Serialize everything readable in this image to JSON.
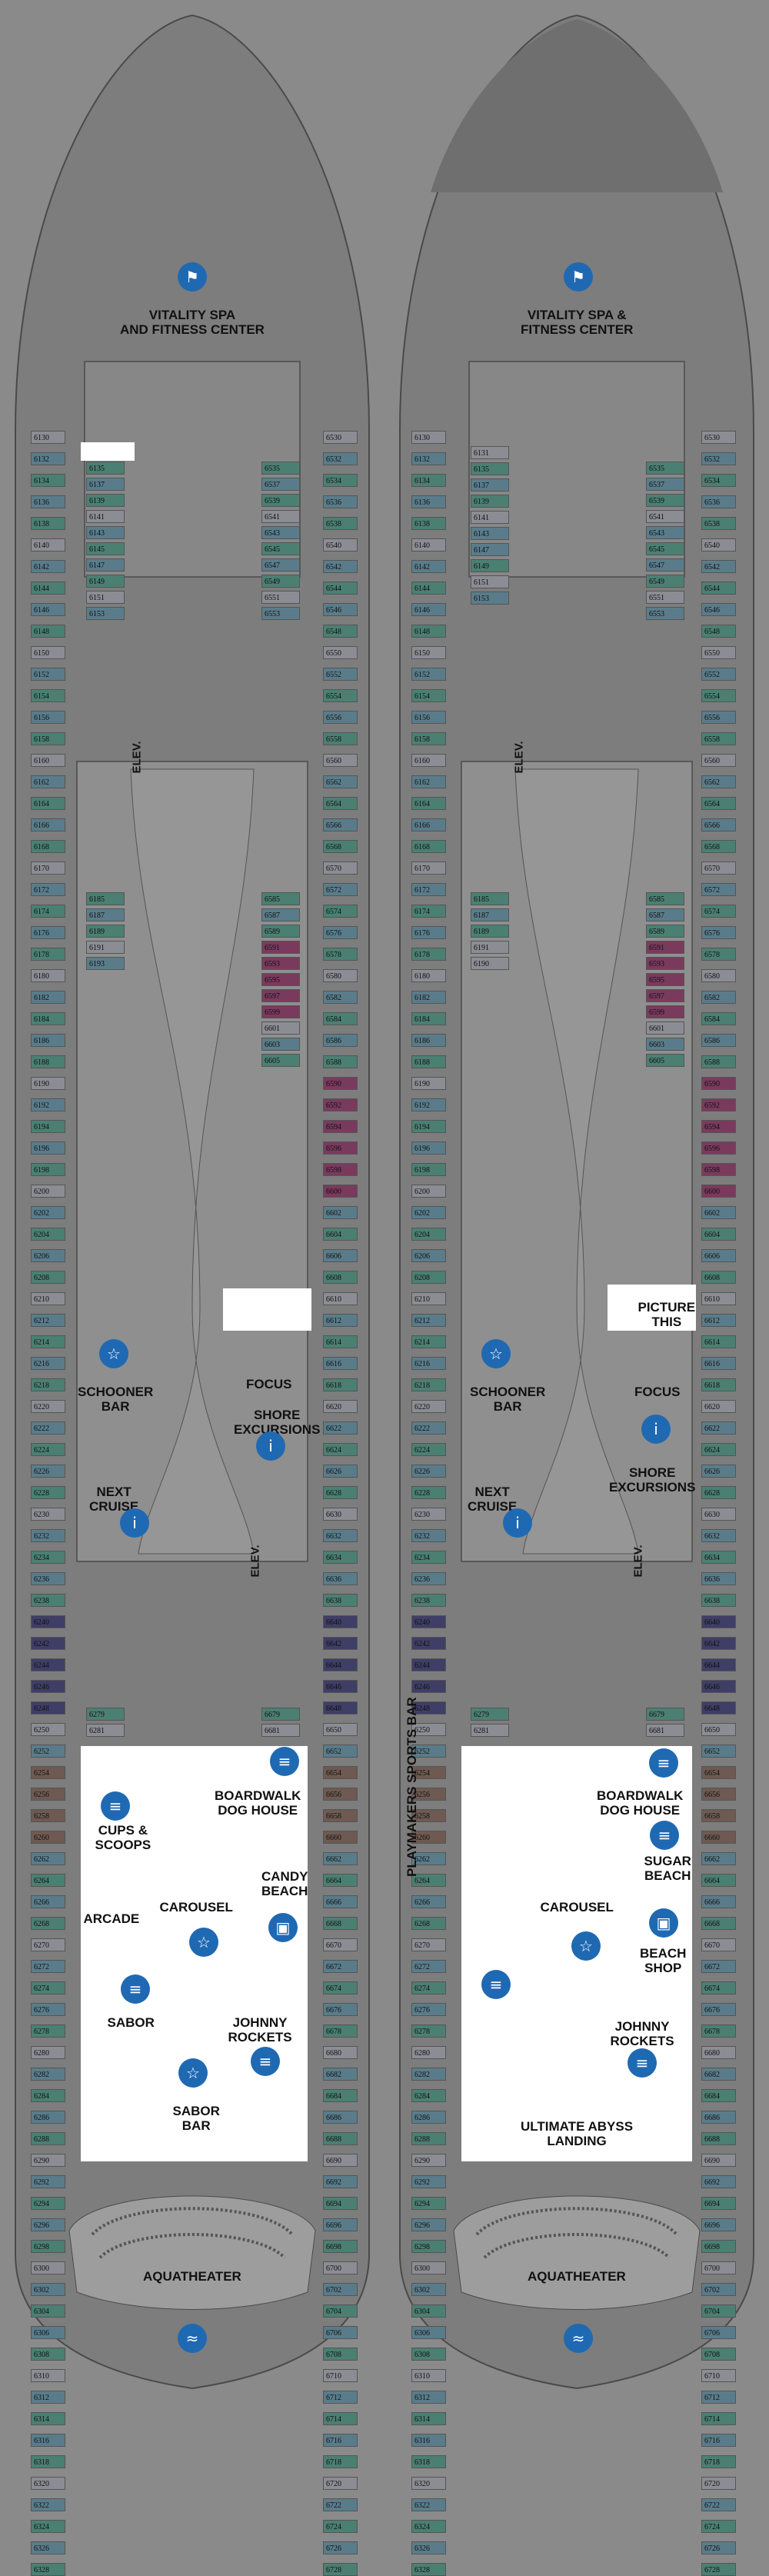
{
  "colors": {
    "background": "#8a8a8a",
    "hull": "#7d7d7d",
    "outline": "#4a4a4a",
    "highlight": "#ffffff",
    "cabin_interior": "#8c8c94",
    "cabin_ocean": "#5a7c8a",
    "cabin_balcony": "#4b7f72",
    "cabin_suite": "#7a3a5e",
    "cabin_boardwalk": "#6e5a52",
    "icon": "#1f69b3"
  },
  "decks": [
    {
      "id": "left",
      "labels": [
        {
          "key": "spa",
          "lines": [
            "VITALITY SPA",
            "AND FITNESS CENTER"
          ]
        },
        {
          "key": "schooner",
          "lines": [
            "SCHOONER",
            "BAR"
          ]
        },
        {
          "key": "focus",
          "lines": [
            "FOCUS"
          ]
        },
        {
          "key": "shore",
          "lines": [
            "SHORE",
            "EXCURSIONS"
          ]
        },
        {
          "key": "next",
          "lines": [
            "NEXT",
            "CRUISE"
          ]
        },
        {
          "key": "boardwalk",
          "lines": [
            "BOARDWALK",
            "DOG HOUSE"
          ]
        },
        {
          "key": "cups",
          "lines": [
            "CUPS &",
            "SCOOPS"
          ]
        },
        {
          "key": "candy",
          "lines": [
            "CANDY",
            "BEACH"
          ]
        },
        {
          "key": "carousel",
          "lines": [
            "CAROUSEL"
          ]
        },
        {
          "key": "arcade",
          "lines": [
            "ARCADE"
          ]
        },
        {
          "key": "sabor",
          "lines": [
            "SABOR"
          ]
        },
        {
          "key": "johnny",
          "lines": [
            "JOHNNY",
            "ROCKETS"
          ]
        },
        {
          "key": "saborbar",
          "lines": [
            "SABOR",
            "BAR"
          ]
        },
        {
          "key": "aqua",
          "lines": [
            "AQUATHEATER"
          ]
        },
        {
          "key": "elev1",
          "lines": [
            "ELEV."
          ]
        },
        {
          "key": "elev2",
          "lines": [
            "ELEV."
          ]
        }
      ],
      "icons": [
        "fitness-icon",
        "bar-icon",
        "info-icon",
        "info-icon",
        "dining-icon",
        "dining-icon",
        "shopping-icon",
        "carousel-icon",
        "dining-icon",
        "dining-icon",
        "bar-icon",
        "aquatheater-icon"
      ]
    },
    {
      "id": "right",
      "labels": [
        {
          "key": "spa",
          "lines": [
            "VITALITY SPA &",
            "FITNESS CENTER"
          ]
        },
        {
          "key": "schooner",
          "lines": [
            "SCHOONER",
            "BAR"
          ]
        },
        {
          "key": "picture",
          "lines": [
            "PICTURE",
            "THIS"
          ]
        },
        {
          "key": "focus",
          "lines": [
            "FOCUS"
          ]
        },
        {
          "key": "shore",
          "lines": [
            "SHORE",
            "EXCURSIONS"
          ]
        },
        {
          "key": "next",
          "lines": [
            "NEXT",
            "CRUISE"
          ]
        },
        {
          "key": "playmakers",
          "lines": [
            "PLAYMAKERS SPORTS BAR"
          ]
        },
        {
          "key": "boardwalk",
          "lines": [
            "BOARDWALK",
            "DOG HOUSE"
          ]
        },
        {
          "key": "sugar",
          "lines": [
            "SUGAR",
            "BEACH"
          ]
        },
        {
          "key": "carousel",
          "lines": [
            "CAROUSEL"
          ]
        },
        {
          "key": "beachshop",
          "lines": [
            "BEACH",
            "SHOP"
          ]
        },
        {
          "key": "johnny",
          "lines": [
            "JOHNNY",
            "ROCKETS"
          ]
        },
        {
          "key": "abyss",
          "lines": [
            "ULTIMATE ABYSS",
            "LANDING"
          ]
        },
        {
          "key": "aqua",
          "lines": [
            "AQUATHEATER"
          ]
        },
        {
          "key": "elev1",
          "lines": [
            "ELEV."
          ]
        },
        {
          "key": "elev2",
          "lines": [
            "ELEV."
          ]
        }
      ],
      "icons": [
        "fitness-icon",
        "bar-icon",
        "info-icon",
        "info-icon",
        "dining-icon",
        "dining-icon",
        "shopping-icon",
        "carousel-icon",
        "dining-icon",
        "dining-icon",
        "aquatheater-icon"
      ]
    }
  ],
  "cabins": {
    "port_outer": {
      "start": 6130,
      "end": 6328,
      "step": 2
    },
    "stbd_outer": {
      "start": 6530,
      "end": 6728,
      "step": 2
    },
    "left_inner_fwd": [
      "6135",
      "6137",
      "6139",
      "6141",
      "6143",
      "6145",
      "6147",
      "6149",
      "6151",
      "6153"
    ],
    "right_inner_fwd": [
      "6131",
      "6135",
      "6137",
      "6139",
      "6141",
      "6143",
      "6147",
      "6149",
      "6151",
      "6153"
    ],
    "inner_fwd_stbd": [
      "6535",
      "6537",
      "6539",
      "6541",
      "6543",
      "6545",
      "6547",
      "6549",
      "6551",
      "6553"
    ],
    "inner_mid_port": [
      "6185",
      "6187",
      "6189",
      "6191",
      "6193"
    ],
    "right_inner_mid_port": [
      "6185",
      "6187",
      "6189",
      "6191",
      "6190"
    ],
    "inner_mid_stbd": [
      "6585",
      "6587",
      "6589",
      "6591",
      "6593",
      "6595",
      "6597",
      "6599",
      "6601",
      "6603",
      "6605"
    ],
    "inner_aft_port": [
      "6279",
      "6281"
    ],
    "inner_aft_stbd": [
      "6679",
      "6681"
    ]
  }
}
